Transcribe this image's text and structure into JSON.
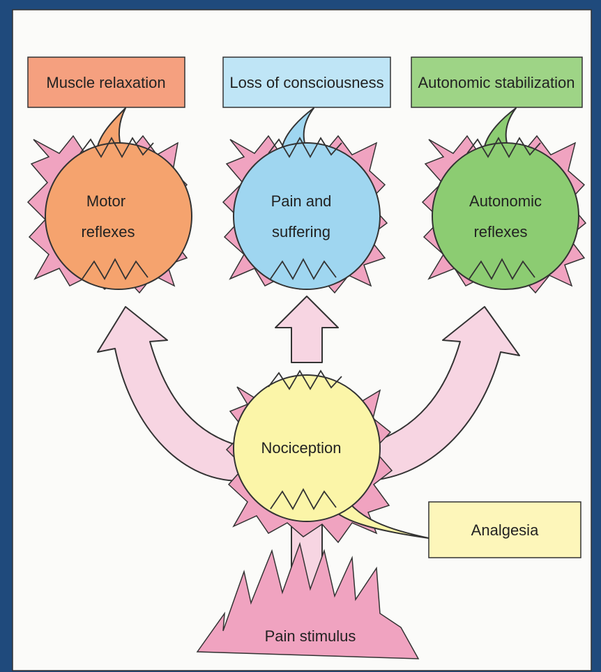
{
  "colors": {
    "frame": "#1f4a7c",
    "panel": "#fbfbf9",
    "starburst": "#f0a3c0",
    "arrow": "#f7d5e2",
    "motor": "#f5a36e",
    "pain": "#9fd6f0",
    "autonomic": "#8ccc72",
    "nociception": "#fbf5a8",
    "box_red": "#f5a07f",
    "box_blue": "#bfe5f6",
    "box_green": "#9ed486",
    "box_yellow": "#fdf6ba"
  },
  "boxes": {
    "muscle_relaxation": "Muscle relaxation",
    "loss_of_consciousness": "Loss of consciousness",
    "autonomic_stabilization": "Autonomic stabilization",
    "analgesia": "Analgesia"
  },
  "circles": {
    "motor": [
      "Motor",
      "reflexes"
    ],
    "pain": [
      "Pain and",
      "suffering"
    ],
    "autonomic": [
      "Autonomic",
      "reflexes"
    ],
    "nociception": "Nociception"
  },
  "stimulus": "Pain stimulus"
}
